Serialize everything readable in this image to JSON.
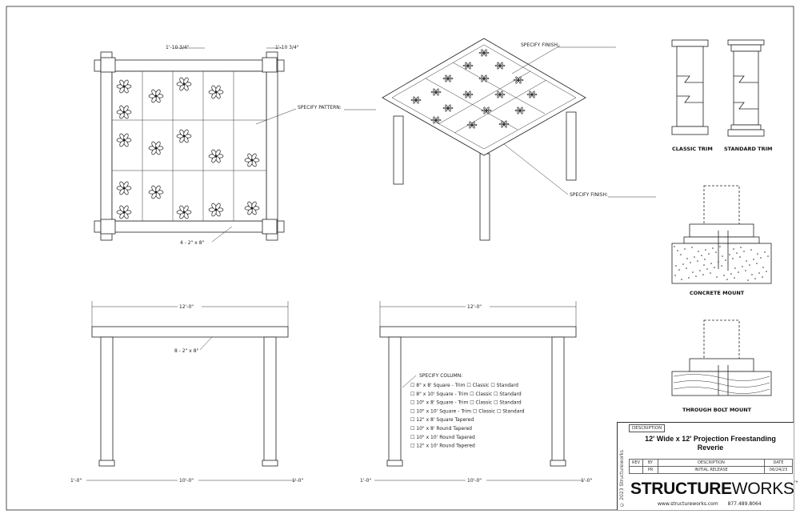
{
  "plan_view": {
    "dim_left": "1'-10 3/4\"",
    "dim_right": "1'-10 3/4\"",
    "specify_pattern": "SPECIFY PATTERN:",
    "beam_note": "4 - 2\" x 8\""
  },
  "iso_view": {
    "specify_finish_top": "SPECIFY FINISH:",
    "specify_finish_bottom": "SPECIFY FINISH:"
  },
  "details": {
    "classic_trim": "CLASSIC TRIM",
    "standard_trim": "STANDARD TRIM",
    "concrete_mount": "CONCRETE MOUNT",
    "through_bolt_mount": "THROUGH BOLT MOUNT"
  },
  "front_elevation": {
    "overall": "12'-0\"",
    "beam_note": "8 - 2\" x 8\"",
    "left_overhang": "1'-0\"",
    "span": "10'-0\"",
    "right_overhang": "1'-0\""
  },
  "side_elevation": {
    "overall": "12'-0\"",
    "left_overhang": "1'-0\"",
    "span": "10'-0\"",
    "right_overhang": "1'-0\"",
    "specify_column": "SPECIFY COLUMN:",
    "column_options": [
      "☐ 8\" x 8' Square - Trim ☐ Classic ☐ Standard",
      "☐ 8\" x 10' Square - Trim ☐ Classic ☐ Standard",
      "☐ 10\" x 8' Square - Trim ☐ Classic ☐ Standard",
      "☐ 10\" x 10' Square - Trim ☐ Classic ☐ Standard",
      "☐ 12\" x 8' Square Tapered",
      "☐ 10\" x 8' Round Tapered",
      "☐ 10\" x 10' Round Tapered",
      "☐ 12\" x 10' Round Tapered"
    ]
  },
  "title_block": {
    "description_label": "DESCRIPTION",
    "title_line1": "12' Wide x 12' Projection Freestanding",
    "title_line2": "Reverie",
    "rev_header": [
      "REV",
      "BY",
      "DESCRIPTION",
      "DATE"
    ],
    "rev_row": [
      "",
      "PR",
      "INITIAL RELEASE",
      "06/24/23"
    ],
    "logo_bold": "STRUCTURE",
    "logo_light": "WORKS",
    "trademark": "™",
    "website": "www.structureworks.com",
    "phone": "877.489.8064",
    "copyright": "© 2023 Structureworks"
  }
}
